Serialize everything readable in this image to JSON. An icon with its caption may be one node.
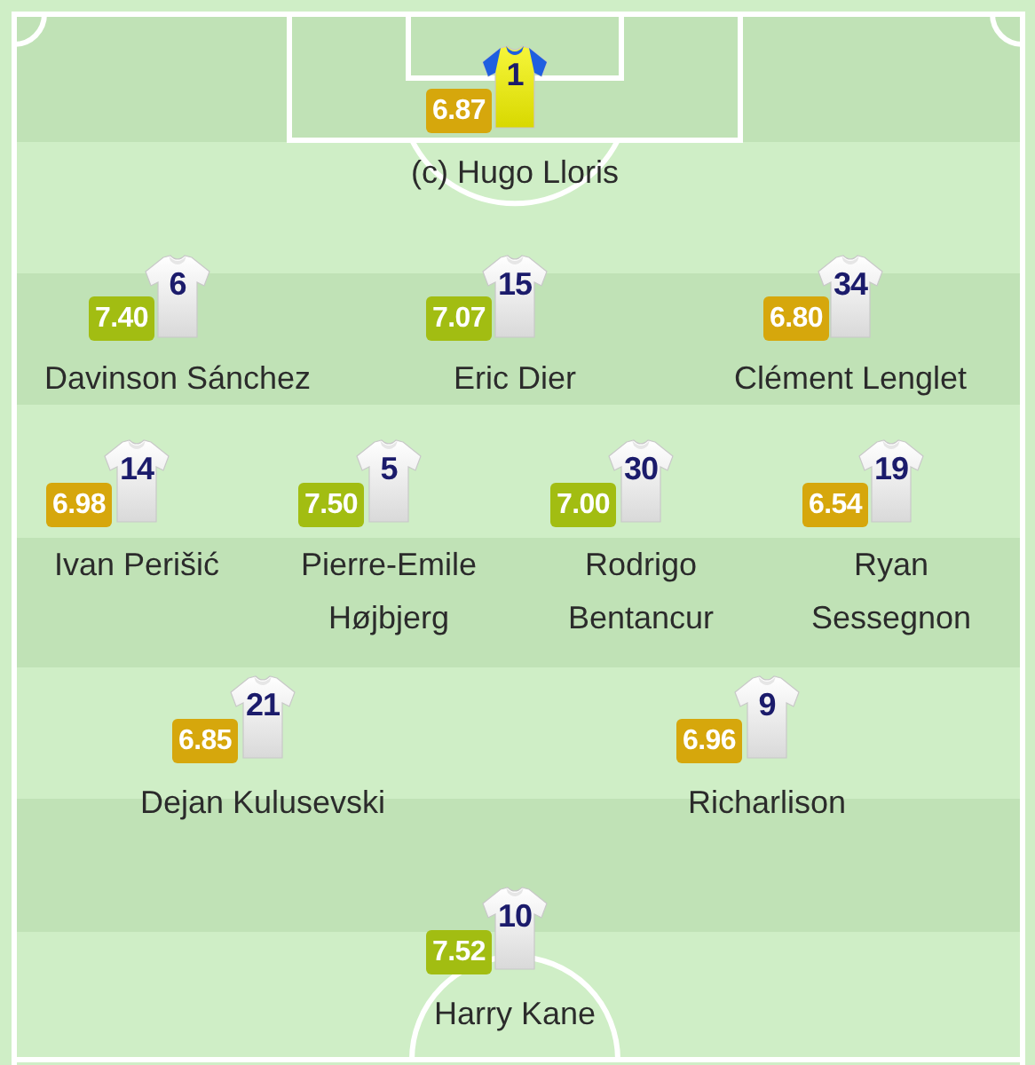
{
  "diagram": {
    "nodes": [
      {
        "text": [
          "1"
        ],
        "beside": [
          "(c) Hugo Lloris"
        ]
      },
      {
        "text": [
          "6.87"
        ]
      },
      {
        "text": [
          "6"
        ],
        "beside": [
          "Davinson Sánchez"
        ]
      },
      {
        "text": [
          "7.40"
        ]
      },
      {
        "text": [
          "15"
        ],
        "beside": [
          "Eric Dier"
        ]
      },
      {
        "text": [
          "7.07"
        ]
      },
      {
        "text": [
          "34"
        ],
        "beside": [
          "Clément Lenglet"
        ]
      },
      {
        "text": [
          "6.80"
        ]
      },
      {
        "text": [
          "14"
        ],
        "beside": [
          "Ivan Perišić"
        ]
      },
      {
        "text": [
          "6.98"
        ]
      },
      {
        "text": [
          "5"
        ],
        "beside": [
          "Pierre-Emile Højbjerg"
        ]
      },
      {
        "text": [
          "7.50"
        ]
      },
      {
        "text": [
          "30"
        ],
        "beside": [
          "Rodrigo Bentancur"
        ]
      },
      {
        "text": [
          "7.00"
        ]
      },
      {
        "text": [
          "19"
        ],
        "beside": [
          "Ryan Sessegnon"
        ]
      },
      {
        "text": [
          "6.54"
        ]
      },
      {
        "text": [
          "21"
        ],
        "beside": [
          "Dejan Kulusevski"
        ]
      },
      {
        "text": [
          "6.85"
        ]
      },
      {
        "text": [
          "9"
        ],
        "beside": [
          "Richarlison"
        ]
      },
      {
        "text": [
          "6.96"
        ]
      },
      {
        "text": [
          "10"
        ],
        "beside": [
          "Harry Kane"
        ]
      },
      {
        "text": [
          "7.52"
        ]
      }
    ]
  }
}
